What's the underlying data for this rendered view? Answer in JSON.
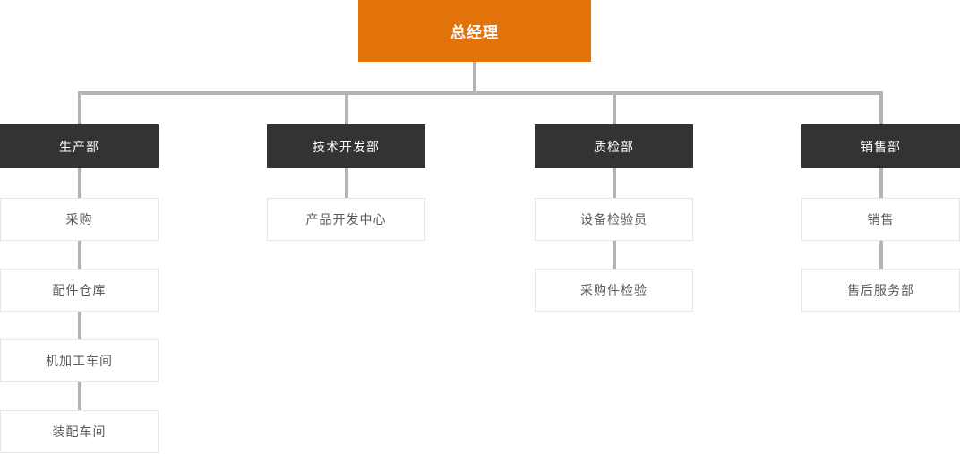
{
  "org_chart": {
    "type": "org-tree",
    "root": {
      "label": "总经理"
    },
    "departments": [
      {
        "label": "生产部",
        "children": [
          "采购",
          "配件仓库",
          "机加工车间",
          "装配车间"
        ]
      },
      {
        "label": "技术开发部",
        "children": [
          "产品开发中心"
        ]
      },
      {
        "label": "质检部",
        "children": [
          "设备检验员",
          "采购件检验"
        ]
      },
      {
        "label": "销售部",
        "children": [
          "销售",
          "售后服务部"
        ]
      }
    ],
    "colors": {
      "root_bg": "#e2720a",
      "dept_bg": "#333333",
      "connector": "#b3b3b3",
      "child_border": "#e5e5e5",
      "child_text": "#5a5a5a"
    }
  }
}
